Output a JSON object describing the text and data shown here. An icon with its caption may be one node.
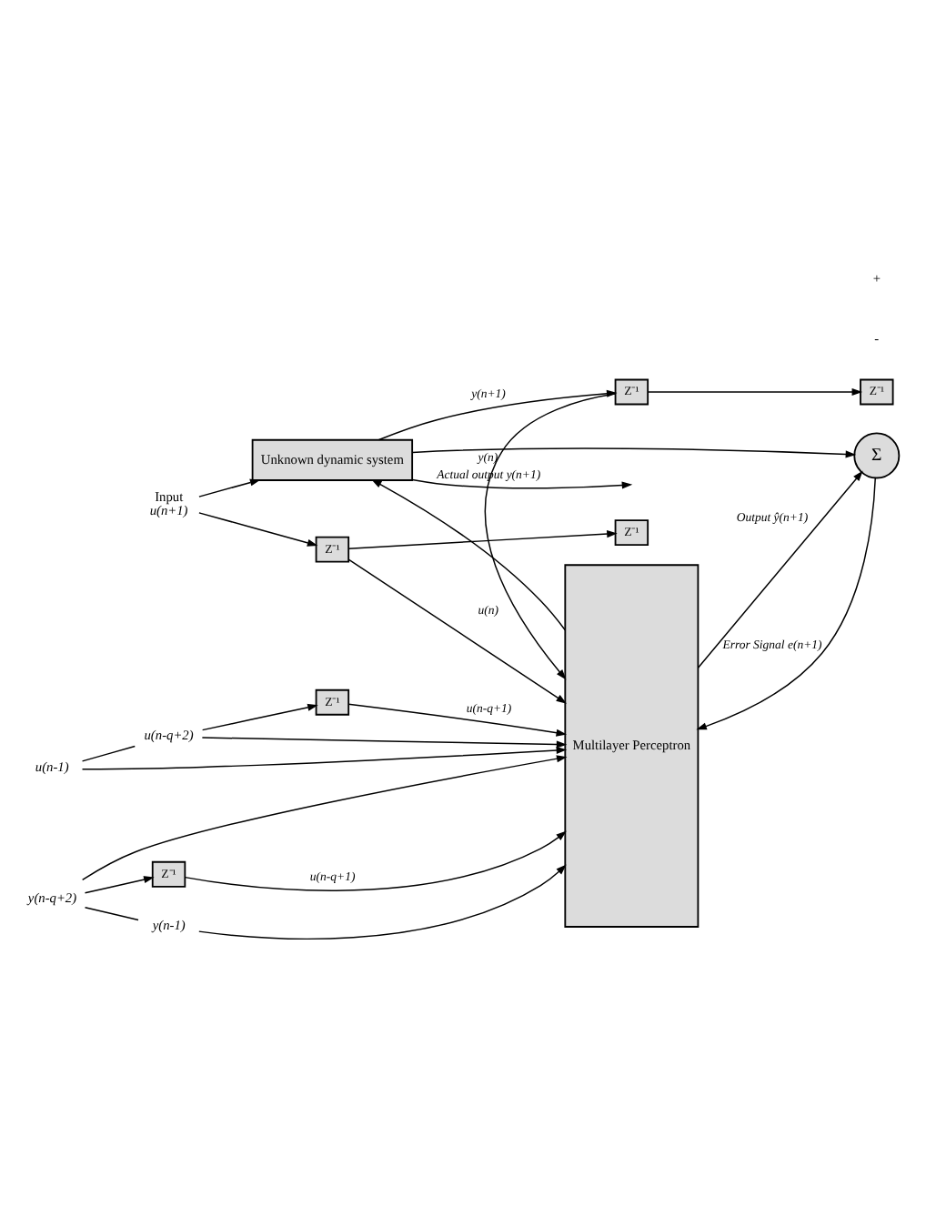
{
  "diagram": {
    "nodes": [
      {
        "text": [
          "Input",
          "u(n+1)"
        ]
      },
      {
        "text": [
          "Unknown dynamic system"
        ]
      },
      {
        "text": [
          "Z⁻¹"
        ]
      },
      {
        "text": [
          "Z⁻¹"
        ]
      },
      {
        "text": [
          "u(n-1)"
        ]
      },
      {
        "text": [
          "u(n-q+2)"
        ]
      },
      {
        "text": [
          "Z⁻¹"
        ]
      },
      {
        "text": [
          "Multilayer Perceptron"
        ]
      },
      {
        "text": [
          "Z⁻¹"
        ]
      },
      {
        "text": [
          "y(n-q+2)"
        ]
      },
      {
        "text": [
          "y(n-1)"
        ]
      },
      {
        "text": [
          "Z⁻¹"
        ]
      },
      {
        "text": [
          "Z⁻¹"
        ]
      },
      {
        "text": [
          "Σ"
        ]
      }
    ],
    "edges": [
      {
        "from": 0,
        "to": 1,
        "arrow": "to"
      },
      {
        "from": 0,
        "to": 2,
        "arrow": "to"
      },
      {
        "from": 2,
        "to": 7,
        "arrow": "to",
        "label": "u(n)"
      },
      {
        "from": 2,
        "to": 3,
        "arrow": "to"
      },
      {
        "from": 4,
        "to": 7,
        "arrow": "to"
      },
      {
        "from": 4,
        "to": 5,
        "arrow": "none"
      },
      {
        "from": 5,
        "to": 7,
        "arrow": "to"
      },
      {
        "from": 5,
        "to": 6,
        "arrow": "to"
      },
      {
        "from": 6,
        "to": 7,
        "arrow": "to",
        "label": "u(n-q+1)"
      },
      {
        "from": 9,
        "to": 8,
        "arrow": "to"
      },
      {
        "from": 8,
        "to": 7,
        "arrow": "to",
        "label": "u(n-q+1)"
      },
      {
        "from": 9,
        "to": 7,
        "arrow": "to"
      },
      {
        "from": 9,
        "to": 10,
        "arrow": "none"
      },
      {
        "from": 10,
        "to": 7,
        "arrow": "to"
      },
      {
        "from": 12,
        "to": 11,
        "arrow": "to"
      },
      {
        "from": 12,
        "to": 7,
        "arrow": "to",
        "label": "y(n)"
      },
      {
        "from": 7,
        "to": 1,
        "arrow": "to"
      },
      {
        "from": 1,
        "to": null,
        "arrow": "to",
        "label": "Actual output y(n+1)"
      },
      {
        "from": 7,
        "to": 13,
        "arrow": "to",
        "label": "Output ŷ(n+1)"
      },
      {
        "from": 1,
        "to": 13,
        "arrow": "to"
      },
      {
        "from": 13,
        "to": 7,
        "arrow": "to",
        "label": "Error Signal e(n+1)"
      },
      {
        "from": 1,
        "to": 12,
        "arrow": "to",
        "label": "y(n+1)"
      }
    ],
    "labels": [
      "-",
      "+"
    ]
  }
}
